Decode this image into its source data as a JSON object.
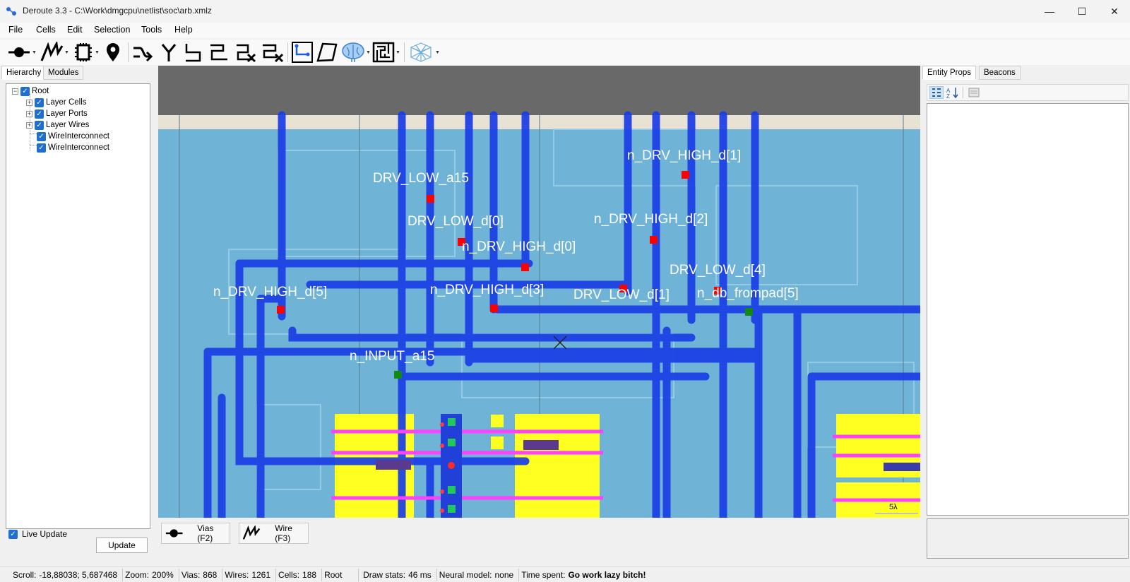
{
  "window": {
    "title": "Deroute 3.3 - C:\\Work\\dmgcpu\\netlist\\soc\\arb.xmlz",
    "minimize_glyph": "—",
    "maximize_glyph": "☐",
    "close_glyph": "✕"
  },
  "menu": {
    "items": [
      "File",
      "Cells",
      "Edit",
      "Selection",
      "Tools",
      "Help"
    ]
  },
  "toolbar": {
    "icons": [
      "via-tool-icon",
      "wire-tool-icon",
      "cell-tool-icon",
      "beacon-icon",
      "route-icon",
      "fork-icon",
      "route-single-icon",
      "route-double-icon",
      "delete-route-icon",
      "delete-route-all-icon",
      "select-rect-icon",
      "select-poly-icon",
      "neural-icon",
      "maze-icon",
      "view-3d-icon"
    ]
  },
  "left_panel": {
    "tabs": [
      "Hierarchy",
      "Modules"
    ],
    "tree": [
      {
        "label": "Root",
        "level": 0,
        "expander": "−"
      },
      {
        "label": "Layer Cells",
        "level": 1,
        "expander": "+"
      },
      {
        "label": "Layer Ports",
        "level": 1,
        "expander": "+"
      },
      {
        "label": "Layer Wires",
        "level": 1,
        "expander": "+"
      },
      {
        "label": "WireInterconnect",
        "level": 1,
        "expander": ""
      },
      {
        "label": "WireInterconnect",
        "level": 1,
        "expander": ""
      }
    ],
    "live_update_label": "Live Update",
    "update_button": "Update"
  },
  "canvas": {
    "labels": [
      "n_DRV_HIGH_d[1]",
      "DRV_LOW_a15",
      "n_DRV_HIGH_d[2]",
      "DRV_LOW_d[0]",
      "n_DRV_HIGH_d[0]",
      "DRV_LOW_d[4]",
      "n_DRV_HIGH_d[5]",
      "n_DRV_HIGH_d[3]",
      "DRV_LOW_d[1]",
      "n_db_frompad[5]",
      "n_INPUT_a15"
    ],
    "scale_label": "5λ"
  },
  "bottom_tools": {
    "vias_label": "Vias (F2)",
    "wire_label": "Wire (F3)"
  },
  "right_panel": {
    "tabs": [
      "Entity Props",
      "Beacons"
    ]
  },
  "status": {
    "scroll_label": "Scroll:",
    "scroll_value": "-18,88038; 5,687468",
    "zoom_label": "Zoom:",
    "zoom_value": "200%",
    "vias_label": "Vias:",
    "vias_value": "868",
    "wires_label": "Wires:",
    "wires_value": "1261",
    "cells_label": "Cells:",
    "cells_value": "188",
    "hierarchy_value": "Root",
    "draw_label": "Draw stats:",
    "draw_value": "46 ms",
    "neural_label": "Neural model:",
    "neural_value": "none",
    "time_label": "Time spent:",
    "time_value": "Go work lazy bitch!"
  },
  "colors": {
    "wire": "#1a3de6",
    "die": "#6fb4d6",
    "cell_fill": "#ffff00",
    "poly": "#ff40ff",
    "via_red": "#ff0000",
    "via_green": "#1fa01f"
  }
}
